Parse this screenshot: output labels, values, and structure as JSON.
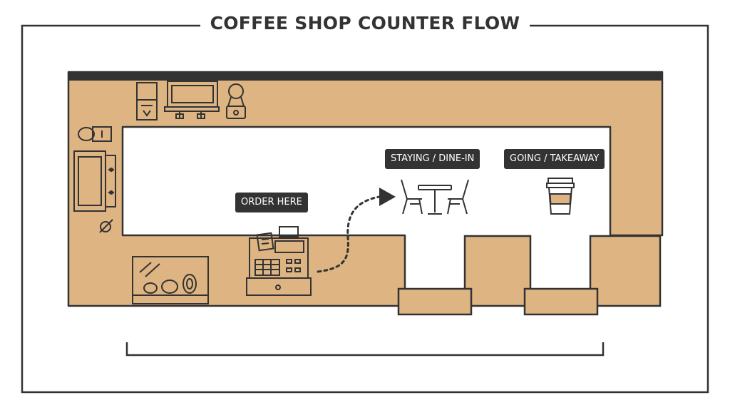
{
  "title": "COFFEE SHOP COUNTER FLOW",
  "labels": {
    "order": "ORDER HERE",
    "staying": "STAYING / DINE-IN",
    "going": "GOING / TAKEAWAY"
  },
  "colors": {
    "counter": "#DDB482",
    "outline": "#333333",
    "cup_band": "#DDB482",
    "background": "#FFFFFF"
  },
  "icons": [
    "water-dispenser-icon",
    "espresso-machine-icon",
    "coffee-grinder-icon",
    "coffee-pot-icon",
    "side-espresso-machine-icon",
    "pastry-display-case-icon",
    "cash-register-icon",
    "cafe-table-chairs-icon",
    "takeaway-cup-icon",
    "flow-arrow-icon"
  ]
}
